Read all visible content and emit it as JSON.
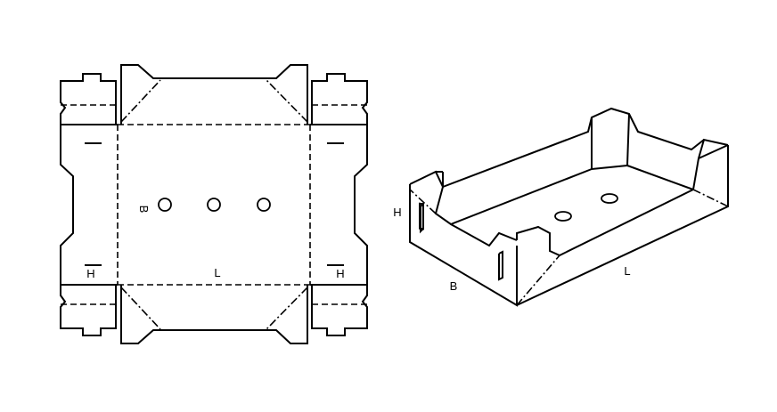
{
  "blank_labels": {
    "length": "L",
    "breadth": "B",
    "height_left": "H",
    "height_right": "H"
  },
  "box_labels": {
    "height": "H",
    "breadth": "B",
    "length": "L"
  }
}
